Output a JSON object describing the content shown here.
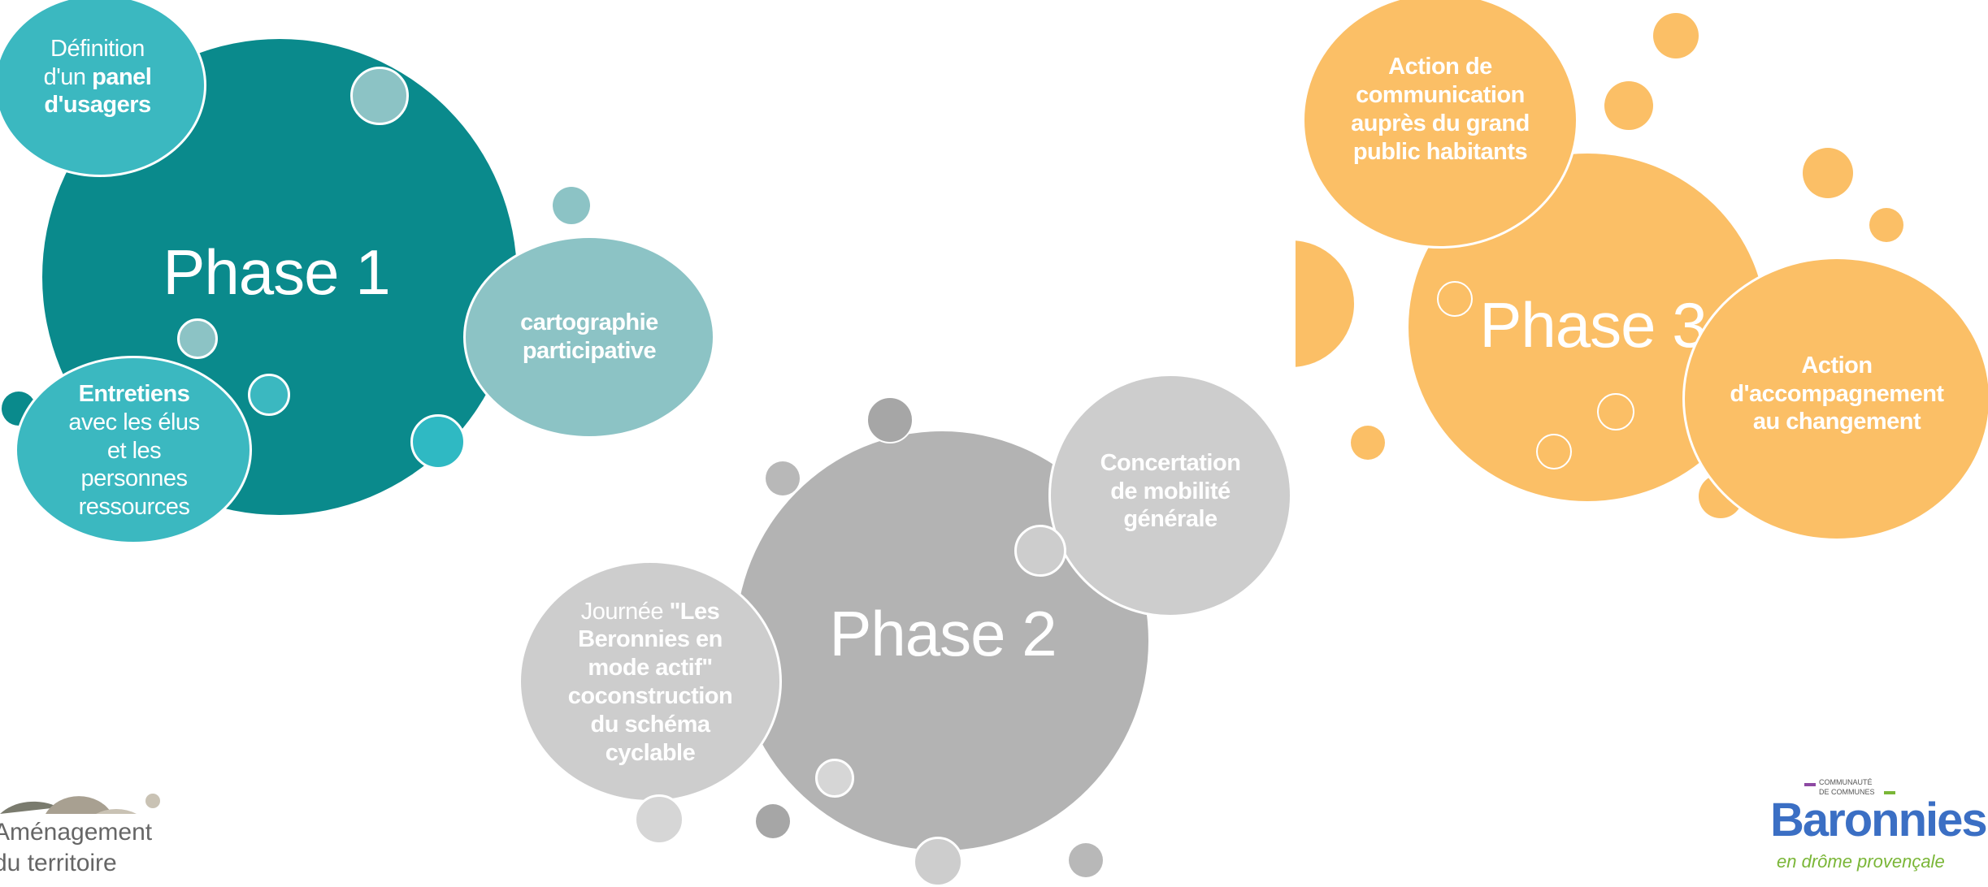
{
  "phase1": {
    "title": "Phase 1",
    "panel": {
      "pre": "Définition\nd'un ",
      "bold1": "panel",
      "mid": "\n",
      "bold2": "d'usagers"
    },
    "carto": "cartographie\nparticipative",
    "entretiens": {
      "bold": "Entretiens",
      "rest": "\navec les élus\net les\npersonnes\nressources"
    },
    "colors": {
      "main": "#0a8a8c",
      "teal": "#3bb8c0",
      "pale": "#8cc3c5",
      "bright": "#2fb9c3"
    }
  },
  "phase2": {
    "title": "Phase 2",
    "concertation": "Concertation\nde mobilité\ngénérale",
    "journee": {
      "pre": "Journée ",
      "bold": "\"Les\nBeronnies en\nmode actif\"\ncoconstruction\ndu schéma\ncyclable"
    },
    "colors": {
      "main": "#b3b3b3",
      "light": "#cdcdcd",
      "lighter": "#d6d6d6",
      "dark": "#a6a6a6"
    }
  },
  "phase3": {
    "title": "Phase 3",
    "communication": "Action de\ncommunication\nauprès du grand\npublic habitants",
    "accompagnement": "Action\nd'accompagnement\nau changement",
    "colors": {
      "main": "#fbbf66",
      "accent": "#f6b04a"
    }
  },
  "logos": {
    "left": {
      "line1": "Aménagement",
      "line2": "du territoire",
      "colors": {
        "dark": "#7a7b6e",
        "mid": "#a8a091",
        "light": "#c9c2b4"
      }
    },
    "right": {
      "small1": "COMMUNAUTÉ",
      "small2": "DE COMMUNES",
      "name": "Baronnies",
      "tagline": "en drôme provençale",
      "colors": {
        "blue": "#3b6fc4",
        "green": "#7ab637",
        "purple": "#8e4aa3"
      }
    }
  }
}
